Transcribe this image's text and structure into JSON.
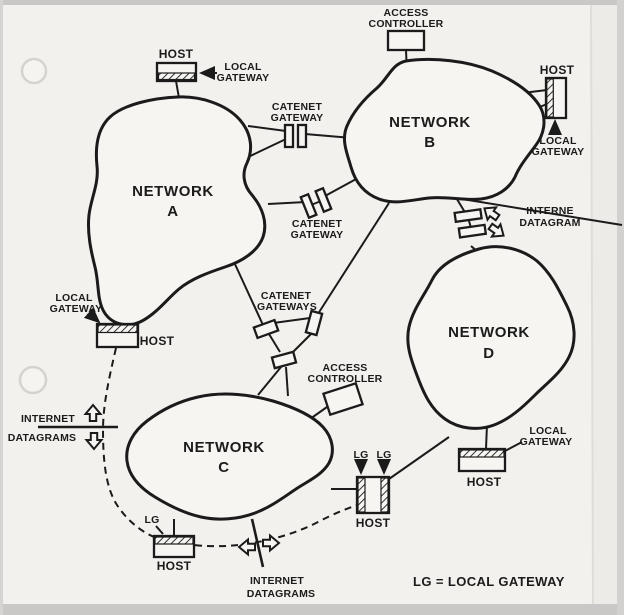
{
  "page": {
    "background": "#f3f1ee",
    "ink": "#1b1b1b",
    "legend_text": "LG = LOCAL GATEWAY"
  },
  "networks": {
    "a": {
      "line1": "NETWORK",
      "line2": "A"
    },
    "b": {
      "line1": "NETWORK",
      "line2": "B"
    },
    "c": {
      "line1": "NETWORK",
      "line2": "C"
    },
    "d": {
      "line1": "NETWORK",
      "line2": "D"
    }
  },
  "labels": {
    "access_controller_top": {
      "line1": "ACCESS",
      "line2": "CONTROLLER"
    },
    "access_controller_c": {
      "line1": "ACCESS",
      "line2": "CONTROLLER"
    },
    "catenet_gateway_top": {
      "line1": "CATENET",
      "line2": "GATEWAY"
    },
    "catenet_gateway_mid": {
      "line1": "CATENET",
      "line2": "GATEWAY"
    },
    "catenet_gateways_center": {
      "line1": "CATENET",
      "line2": "GATEWAYS"
    },
    "local_gateway_top_left": {
      "line1": "LOCAL",
      "line2": "GATEWAY"
    },
    "local_gateway_top_right": {
      "line1": "LOCAL",
      "line2": "GATEWAY"
    },
    "local_gateway_left": {
      "line1": "LOCAL",
      "line2": "GATEWAY"
    },
    "local_gateway_bottom_right": {
      "line1": "LOCAL",
      "line2": "GATEWAY"
    },
    "interne_datagram": {
      "line1": "INTERNE",
      "line2": "DATAGRAM"
    },
    "internet_datagrams_left": {
      "line1": "INTERNET",
      "line2": "DATAGRAMS"
    },
    "internet_datagrams_bottom": {
      "line1": "INTERNET",
      "line2": "DATAGRAMS"
    }
  },
  "hosts": {
    "top_left": "HOST",
    "top_right": "HOST",
    "left": "HOST",
    "bottom_left": "HOST",
    "bottom_center": "HOST",
    "bottom_right": "HOST"
  },
  "lg": {
    "dual_1": "LG",
    "dual_2": "LG",
    "bottom_left": "LG"
  }
}
